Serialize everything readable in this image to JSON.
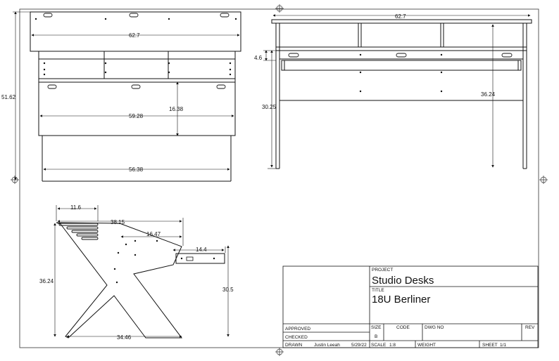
{
  "front_view": {
    "width_top": "62.7",
    "total_height": "51.62",
    "inner_width": "59.28",
    "panel_height": "16.38",
    "base_width": "56.38"
  },
  "side_view": {
    "width_top": "62.7",
    "drawer_height": "4.6",
    "leg_height": "30.25",
    "total_height": "36.24"
  },
  "profile_view": {
    "top_depth": "11.6",
    "upper_length": "38.15",
    "mid_length": "16.47",
    "shelf_length": "14.4",
    "height_left": "36.24",
    "height_right": "30.5",
    "base_length": "34.46"
  },
  "title_block": {
    "project_label": "PROJECT",
    "project_value": "Studio Desks",
    "title_label": "TITLE",
    "title_value": "18U Berliner",
    "approved_label": "APPROVED",
    "checked_label": "CHECKED",
    "drawn_label": "DRAWN",
    "drawn_by": "Justin Leeah",
    "drawn_date": "5/29/22",
    "size_label": "SIZE",
    "size_value": "B",
    "code_label": "CODE",
    "dwg_label": "DWG NO",
    "rev_label": "REV",
    "scale_label": "SCALE",
    "scale_value": "1:8",
    "weight_label": "WEIGHT",
    "sheet_label": "SHEET",
    "sheet_value": "1/1"
  }
}
